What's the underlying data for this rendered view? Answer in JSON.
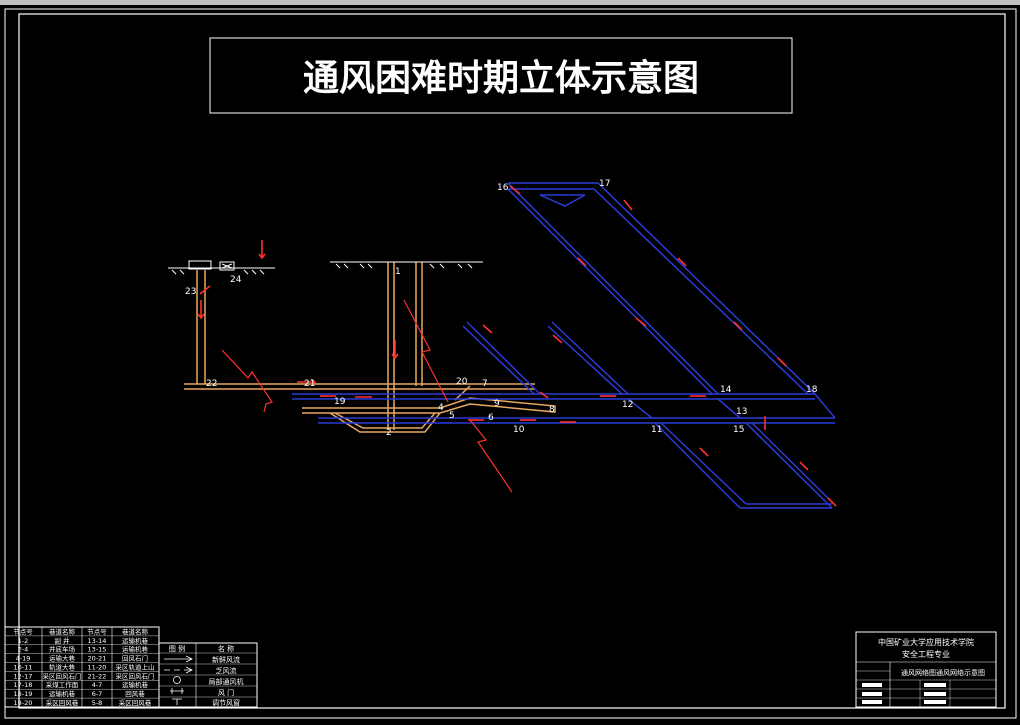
{
  "drawing": {
    "title": "通风困难时期立体示意图",
    "school_line1": "中国矿业大学应用技术学院",
    "school_line2": "安全工程专业",
    "block_title": "通风网络图通风网络示意图"
  },
  "nodes": [
    "1",
    "2",
    "4",
    "5",
    "6",
    "7",
    "8",
    "9",
    "10",
    "11",
    "12",
    "13",
    "14",
    "15",
    "16",
    "17",
    "18",
    "19",
    "20",
    "21",
    "22",
    "23",
    "24"
  ],
  "legend": {
    "header": [
      "图 例",
      "名 称"
    ],
    "rows": [
      {
        "symbol": "arrow-line",
        "name": "新鲜风流"
      },
      {
        "symbol": "arrow-dash-line",
        "name": "乏风流"
      },
      {
        "symbol": "fan",
        "name": "局部通风机"
      },
      {
        "symbol": "door",
        "name": "风 门"
      },
      {
        "symbol": "regulator",
        "name": "调节风窗"
      }
    ]
  },
  "branch_table": {
    "headers": [
      "节点号",
      "巷道名称",
      "节点号",
      "巷道名称"
    ],
    "rows": [
      [
        "1-2",
        "副 井",
        "13-14",
        "运输机巷"
      ],
      [
        "2-4",
        "井底车场",
        "13-15",
        "运输机巷"
      ],
      [
        "4-19",
        "运输大巷",
        "20-21",
        "回风石门"
      ],
      [
        "10-11",
        "轨道大巷",
        "11-20",
        "采区轨道上山"
      ],
      [
        "12-17",
        "采区回风石门",
        "21-22",
        "采区回风石门"
      ],
      [
        "17-18",
        "采煤工作面",
        "4-7",
        "运输机巷"
      ],
      [
        "18-19",
        "运输机巷",
        "6-7",
        "回风巷"
      ],
      [
        "19-20",
        "采区回风巷",
        "5-8",
        "采区回风巷"
      ]
    ]
  }
}
